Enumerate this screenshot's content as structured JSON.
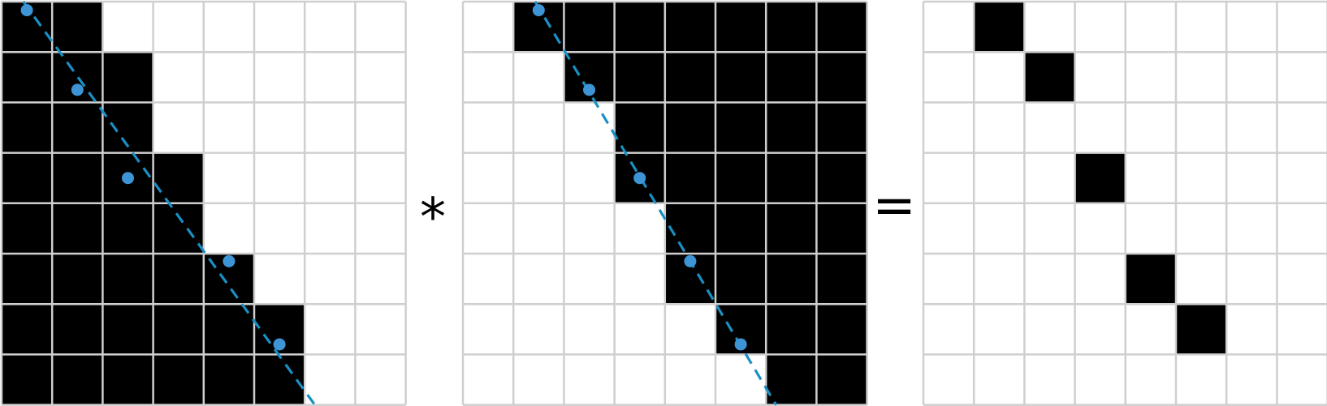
{
  "diagram": {
    "colors": {
      "filled": "#000000",
      "empty": "#ffffff",
      "grid_line": "#cfcfcf",
      "dashed_line": "#1a8fc4",
      "dot": "#3d95d6"
    },
    "grid_size": 8,
    "operators": {
      "multiply": "*",
      "equals": "="
    },
    "matrices": [
      {
        "name": "left-matrix",
        "cells": [
          [
            1,
            1,
            0,
            0,
            0,
            0,
            0,
            0
          ],
          [
            1,
            1,
            1,
            0,
            0,
            0,
            0,
            0
          ],
          [
            1,
            1,
            1,
            0,
            0,
            0,
            0,
            0
          ],
          [
            1,
            1,
            1,
            1,
            0,
            0,
            0,
            0
          ],
          [
            1,
            1,
            1,
            1,
            0,
            0,
            0,
            0
          ],
          [
            1,
            1,
            1,
            1,
            1,
            0,
            0,
            0
          ],
          [
            1,
            1,
            1,
            1,
            1,
            1,
            0,
            0
          ],
          [
            1,
            1,
            1,
            1,
            1,
            1,
            0,
            0
          ]
        ],
        "line": {
          "dots": [
            [
              0.5,
              0.17
            ],
            [
              1.5,
              1.75
            ],
            [
              2.5,
              3.5
            ],
            [
              4.5,
              5.15
            ],
            [
              5.5,
              6.8
            ]
          ]
        }
      },
      {
        "name": "middle-matrix",
        "cells": [
          [
            0,
            1,
            1,
            1,
            1,
            1,
            1,
            1
          ],
          [
            0,
            0,
            1,
            1,
            1,
            1,
            1,
            1
          ],
          [
            0,
            0,
            0,
            1,
            1,
            1,
            1,
            1
          ],
          [
            0,
            0,
            0,
            1,
            1,
            1,
            1,
            1
          ],
          [
            0,
            0,
            0,
            0,
            1,
            1,
            1,
            1
          ],
          [
            0,
            0,
            0,
            0,
            1,
            1,
            1,
            1
          ],
          [
            0,
            0,
            0,
            0,
            0,
            1,
            1,
            1
          ],
          [
            0,
            0,
            0,
            0,
            0,
            0,
            1,
            1
          ]
        ],
        "line": {
          "dots": [
            [
              1.5,
              0.17
            ],
            [
              2.5,
              1.75
            ],
            [
              3.5,
              3.5
            ],
            [
              4.5,
              5.15
            ],
            [
              5.5,
              6.8
            ]
          ]
        }
      },
      {
        "name": "result-matrix",
        "cells": [
          [
            0,
            1,
            0,
            0,
            0,
            0,
            0,
            0
          ],
          [
            0,
            0,
            1,
            0,
            0,
            0,
            0,
            0
          ],
          [
            0,
            0,
            0,
            0,
            0,
            0,
            0,
            0
          ],
          [
            0,
            0,
            0,
            1,
            0,
            0,
            0,
            0
          ],
          [
            0,
            0,
            0,
            0,
            0,
            0,
            0,
            0
          ],
          [
            0,
            0,
            0,
            0,
            1,
            0,
            0,
            0
          ],
          [
            0,
            0,
            0,
            0,
            0,
            1,
            0,
            0
          ],
          [
            0,
            0,
            0,
            0,
            0,
            0,
            0,
            0
          ]
        ],
        "line": null
      }
    ]
  }
}
